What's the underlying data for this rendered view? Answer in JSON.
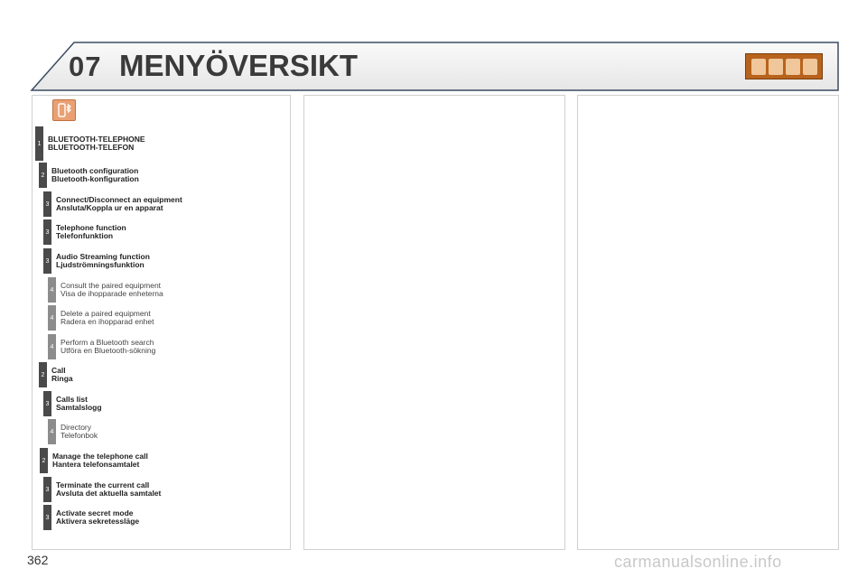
{
  "header": {
    "chapter": "07",
    "title": "MENYÖVERSIKT",
    "icon_strip": [
      "car-icon",
      "wrench-icon",
      "tools-icon",
      "phone-icon"
    ],
    "accent_color": "#b8631d"
  },
  "menu_icon": "bluetooth-phone-icon",
  "items": [
    {
      "level": "1",
      "line1": "BLUETOOTH-TELEPHONE",
      "line2": "BLUETOOTH-TELEFON"
    },
    {
      "level": "2",
      "line1": "Bluetooth configuration",
      "line2": "Bluetooth-konfiguration"
    },
    {
      "level": "3",
      "line1": "Connect/Disconnect an equipment",
      "line2": "Ansluta/Koppla ur en apparat"
    },
    {
      "level": "3",
      "line1": "Telephone function",
      "line2": "Telefonfunktion"
    },
    {
      "level": "3",
      "line1": "Audio Streaming function",
      "line2": "Ljudströmningsfunktion"
    },
    {
      "level": "4",
      "line1": "Consult the paired equipment",
      "line2": "Visa de ihopparade enheterna"
    },
    {
      "level": "4",
      "line1": "Delete a paired equipment",
      "line2": "Radera en ihopparad enhet"
    },
    {
      "level": "4",
      "line1": "Perform a Bluetooth search",
      "line2": "Utföra en Bluetooth-sökning"
    },
    {
      "level": "2",
      "line1": "Call",
      "line2": "Ringa"
    },
    {
      "level": "3",
      "line1": "Calls list",
      "line2": "Samtalslogg"
    },
    {
      "level": "4",
      "line1": "Directory",
      "line2": "Telefonbok"
    },
    {
      "level": "2",
      "line1": "Manage the telephone call",
      "line2": "Hantera telefonsamtalet"
    },
    {
      "level": "3",
      "line1": "Terminate the current call",
      "line2": "Avsluta det aktuella samtalet"
    },
    {
      "level": "3",
      "line1": "Activate secret mode",
      "line2": "Aktivera sekretessläge"
    }
  ],
  "footer": {
    "page_number": "362",
    "watermark": "carmanualsonline.info"
  }
}
